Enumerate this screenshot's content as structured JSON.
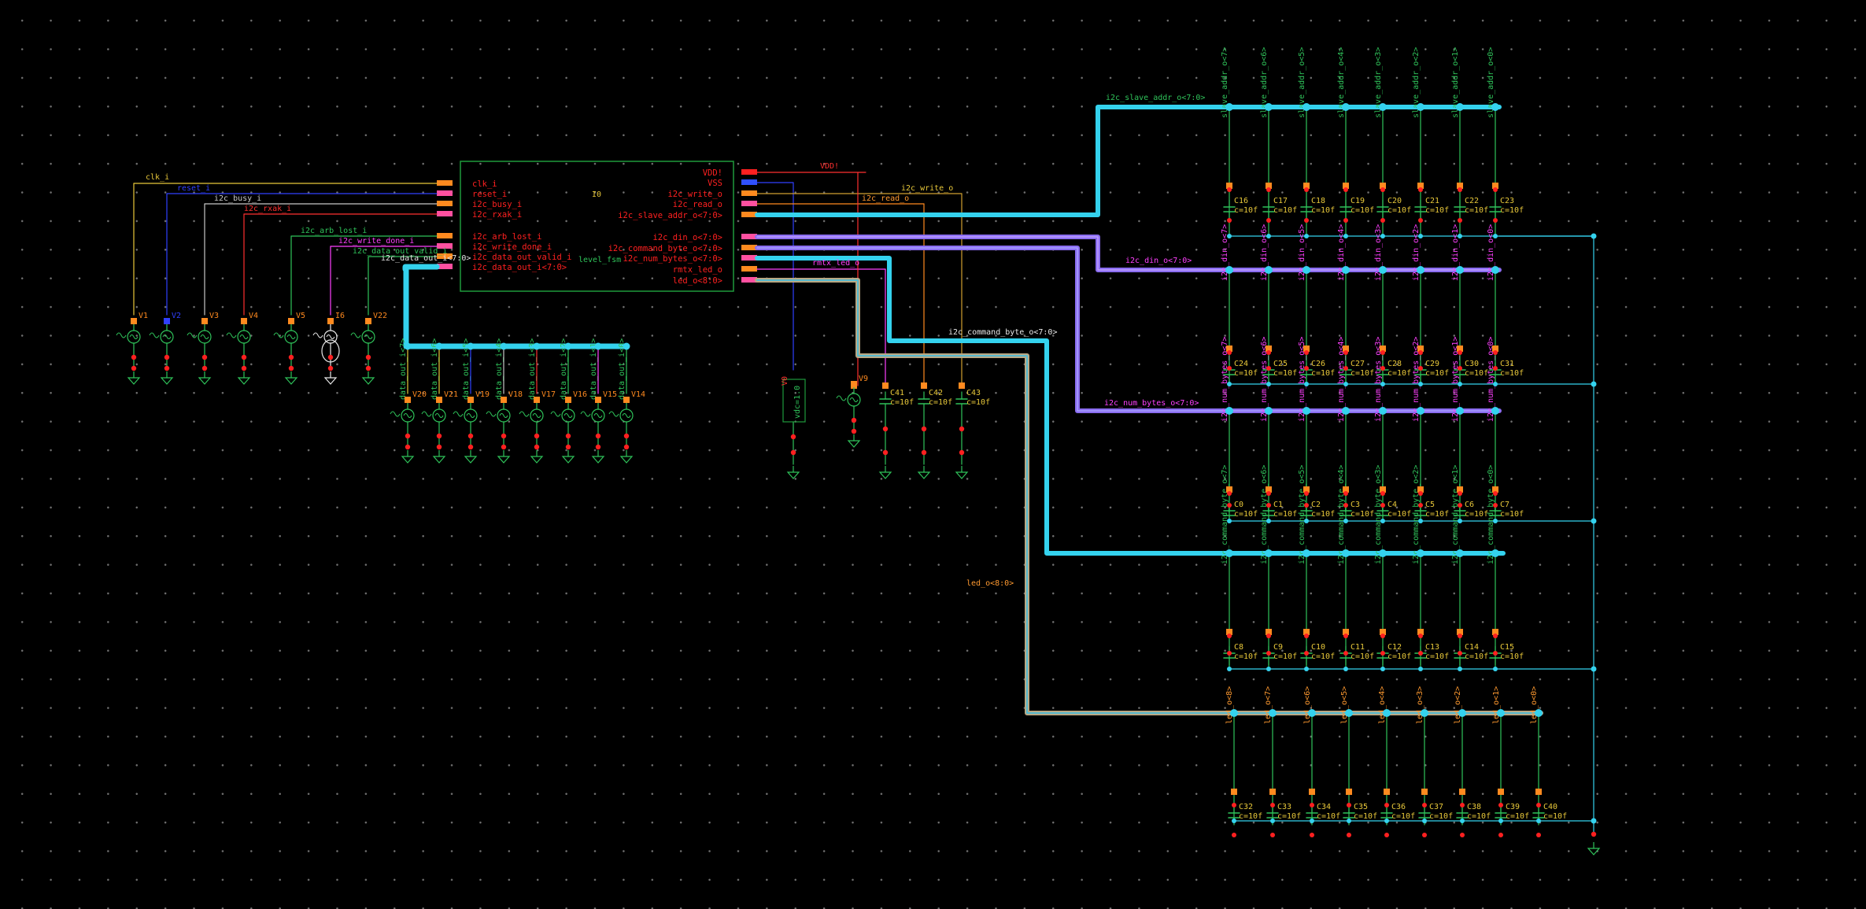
{
  "colors": {
    "background": "#000000",
    "grid_dot": "#6f6f6f",
    "instance_border": "#1f9a3c",
    "pin_red": "#ff2020",
    "pin_orange": "#ff8a1f",
    "bus_cyan": "#34d2ee",
    "bus_purple": "#8a6cf0",
    "bus_green": "#30d090",
    "bus_tan": "#b8a884",
    "text_green": "#2fc35a",
    "text_yellow": "#e8c83a",
    "text_red": "#ff3030",
    "text_white": "#e8e8e8",
    "text_cyan": "#46d9f0",
    "text_magenta": "#ff40ff",
    "text_purple": "#9a78ff",
    "text_orange": "#ff9a30",
    "wire_blue": "#3040ff",
    "wire_gray": "#c8c8c8",
    "wire_gold": "#d0a030"
  },
  "instance": {
    "ref": "I0",
    "cell": "level_fsm",
    "left_pins": [
      "clk_i",
      "reset_i",
      "i2c_busy_i",
      "i2c_rxak_i",
      "i2c_arb_lost_i",
      "i2c_write_done_i",
      "i2c_data_out_valid_i",
      "i2c_data_out_i<7:0>"
    ],
    "right_pins": [
      "VDD!",
      "VSS",
      "i2c_write_o",
      "i2c_read_o",
      "i2c_slave_addr_o<7:0>",
      "i2c_din_o<7:0>",
      "i2c_command_byte_o<7:0>",
      "i2c_num_bytes_o<7:0>",
      "rmtx_led_o",
      "led_o<8:0>"
    ]
  },
  "wire_labels": {
    "clk": "clk_i",
    "reset": "reset_i",
    "busy": "i2c_busy_i",
    "rxak": "i2c_rxak_i",
    "arb_lost": "i2c_arb_lost_i",
    "write_done": "i2c_write_done_i",
    "data_out_valid": "i2c_data_out_valid_i",
    "data_out_bus": "i2c_data_out_i<7:0>",
    "vdd": "VDD!",
    "write_o": "i2c_write_o",
    "read_o": "i2c_read_o",
    "rmtx_led": "rmtx_led_o",
    "slave_addr_bus": "i2c_slave_addr_o<7:0>",
    "din_bus": "i2c_din_o<7:0>",
    "num_bytes_bus": "i2c_num_bytes_o<7:0>",
    "command_byte_bus": "i2c_command_byte_o<7:0>",
    "led_bus": "led_o<8:0>"
  },
  "source_refs": [
    "V1",
    "V2",
    "V3",
    "V4",
    "V5",
    "I6",
    "V22"
  ],
  "data_out_sources": {
    "labels": [
      "data_out_i<7>",
      "data_out_i<6>",
      "data_out_i<5>",
      "data_out_i<4>",
      "data_out_i<3>",
      "data_out_i<2>",
      "data_out_i<1>",
      "data_out_i<0>"
    ],
    "refs": [
      "V20",
      "V21",
      "V19",
      "V18",
      "V17",
      "V16",
      "V15",
      "V14"
    ]
  },
  "supply": {
    "ref": "V0",
    "label": "vdc=1.0"
  },
  "output_caps": {
    "refs": [
      "V9",
      "C41",
      "C42",
      "C43"
    ],
    "value": "c=10f"
  },
  "cap_value": "c=10f",
  "cap_rows": [
    {
      "name": "slave_addr",
      "labels": [
        "slave_addr_o<7>",
        "slave_addr_o<6>",
        "slave_addr_o<5>",
        "slave_addr_o<4>",
        "slave_addr_o<3>",
        "slave_addr_o<2>",
        "slave_addr_o<1>",
        "slave_addr_o<0>"
      ],
      "refs": [
        "C16",
        "C17",
        "C18",
        "C19",
        "C20",
        "C21",
        "C22",
        "C23"
      ]
    },
    {
      "name": "din",
      "labels": [
        "i2c_din_o<7>",
        "i2c_din_o<6>",
        "i2c_din_o<5>",
        "i2c_din_o<4>",
        "i2c_din_o<3>",
        "i2c_din_o<2>",
        "i2c_din_o<1>",
        "i2c_din_o<0>"
      ],
      "refs": [
        "C24",
        "C25",
        "C26",
        "C27",
        "C28",
        "C29",
        "C30",
        "C31"
      ]
    },
    {
      "name": "num_bytes",
      "labels": [
        "i2c_num_bytes_o<7>",
        "i2c_num_bytes_o<6>",
        "i2c_num_bytes_o<5>",
        "i2c_num_bytes_o<4>",
        "i2c_num_bytes_o<3>",
        "i2c_num_bytes_o<2>",
        "i2c_num_bytes_o<1>",
        "i2c_num_bytes_o<0>"
      ],
      "refs": [
        "C0",
        "C1",
        "C2",
        "C3",
        "C4",
        "C5",
        "C6",
        "C7"
      ]
    },
    {
      "name": "command_byte",
      "labels": [
        "i2c_command_byte_o<7>",
        "i2c_command_byte_o<6>",
        "i2c_command_byte_o<5>",
        "i2c_command_byte_o<4>",
        "i2c_command_byte_o<3>",
        "i2c_command_byte_o<2>",
        "i2c_command_byte_o<1>",
        "i2c_command_byte_o<0>"
      ],
      "refs": [
        "C8",
        "C9",
        "C10",
        "C11",
        "C12",
        "C13",
        "C14",
        "C15"
      ]
    },
    {
      "name": "led",
      "labels": [
        "led_o<8>",
        "led_o<7>",
        "led_o<6>",
        "led_o<5>",
        "led_o<4>",
        "led_o<3>",
        "led_o<2>",
        "led_o<1>",
        "led_o<0>"
      ],
      "refs": [
        "C32",
        "C33",
        "C34",
        "C35",
        "C36",
        "C37",
        "C38",
        "C39",
        "C40"
      ]
    }
  ]
}
